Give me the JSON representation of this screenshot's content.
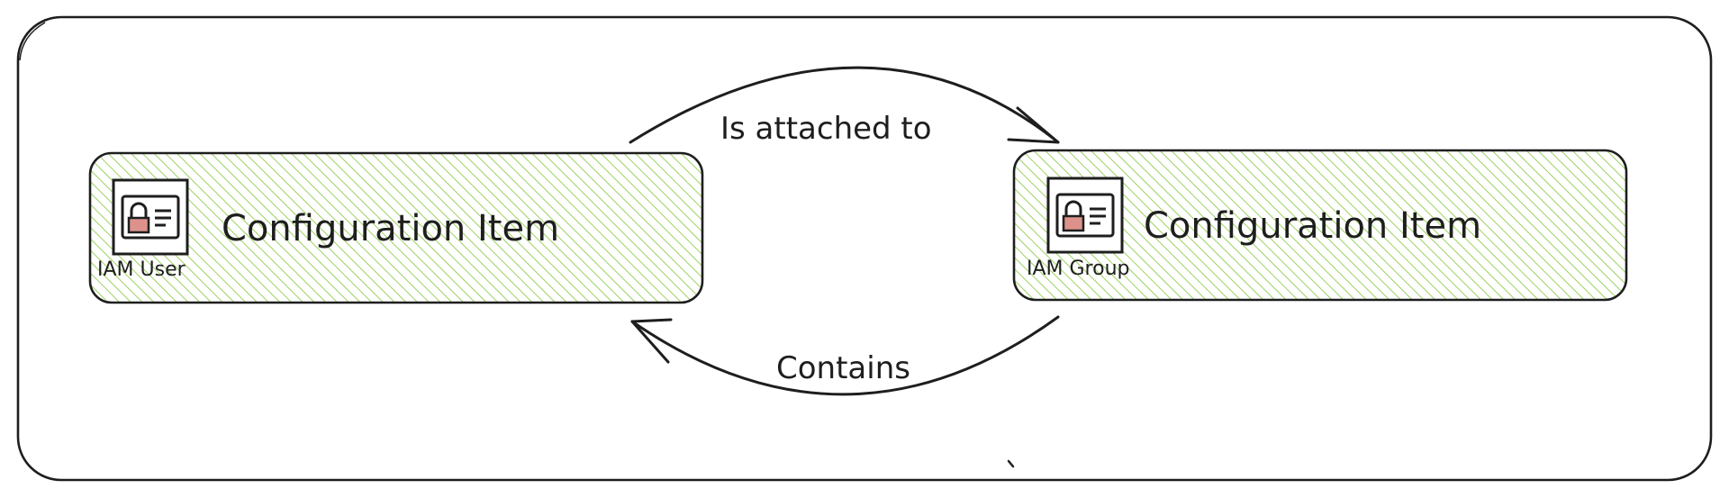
{
  "nodes": [
    {
      "id": "left",
      "title": "Configuration Item",
      "caption": "IAM User",
      "icon": "iam-badge-icon"
    },
    {
      "id": "right",
      "title": "Configuration Item",
      "caption": "IAM Group",
      "icon": "iam-badge-icon"
    }
  ],
  "edges": [
    {
      "from": "left",
      "to": "right",
      "label": "Is attached to"
    },
    {
      "from": "right",
      "to": "left",
      "label": "Contains"
    }
  ],
  "colors": {
    "stroke": "#1e1e1e",
    "hatch": "#8fce4d",
    "icon_accent": "#c0392b",
    "background": "#ffffff"
  }
}
